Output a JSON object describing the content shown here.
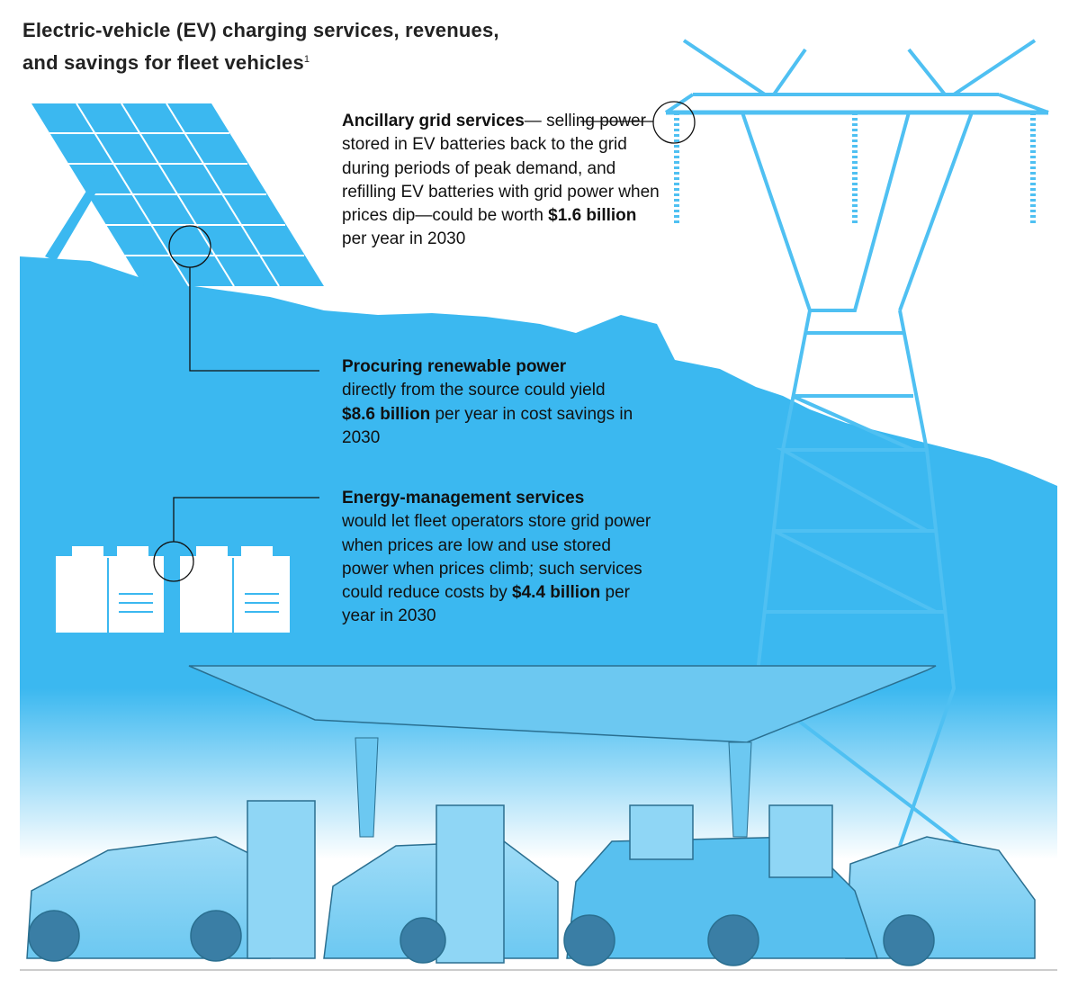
{
  "title": {
    "line1": "Electric-vehicle (EV) charging services, revenues,",
    "line2": "and savings for fleet vehicles",
    "footnote_marker": "1"
  },
  "callouts": [
    {
      "heading": "Ancillary grid services",
      "heading_suffix": "—",
      "body": "selling power stored in EV batteries back to the grid during periods of peak demand, and refilling EV batteries with grid power when prices dip—could be worth",
      "value": "$1.6 billion",
      "tail": "per year in 2030",
      "icon": "transmission-tower"
    },
    {
      "heading": "Procuring renewable power",
      "body": "directly from the source could yield",
      "value": "$8.6 billion",
      "tail": "per year in cost savings in 2030",
      "icon": "solar-panel"
    },
    {
      "heading": "Energy-management services",
      "body": "would let fleet operators store grid power when prices are low and use stored power when prices climb; such services could reduce costs by",
      "value": "$4.4 billion",
      "tail": "per year in 2030",
      "icon": "battery-storage"
    }
  ],
  "colors": {
    "sky_blue": "#3bb8f0",
    "line_blue": "#4fc0f2",
    "dark_text": "#111111"
  }
}
